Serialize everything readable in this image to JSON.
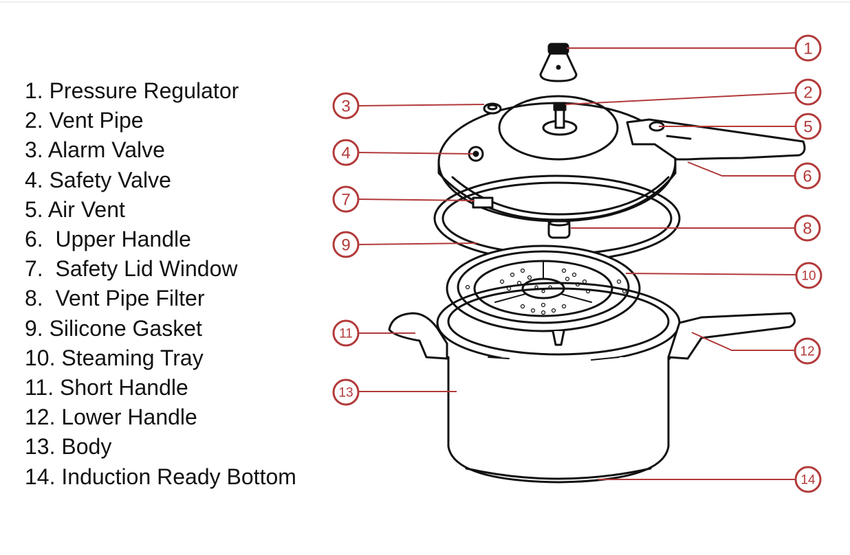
{
  "parts": [
    "1. Pressure Regulator",
    "2. Vent Pipe",
    "3. Alarm Valve",
    "4. Safety Valve",
    "5. Air Vent",
    "6.  Upper Handle",
    "7.  Safety Lid Window",
    "8.  Vent Pipe Filter",
    "9. Silicone Gasket",
    "10. Steaming Tray",
    "11. Short Handle",
    "12. Lower Handle",
    "13. Body",
    "14. Induction Ready Bottom"
  ],
  "callouts": [
    "1",
    "2",
    "3",
    "4",
    "5",
    "6",
    "7",
    "8",
    "9",
    "10",
    "11",
    "12",
    "13",
    "14"
  ],
  "colors": {
    "callout": "#b23a3a",
    "outline": "#111111",
    "text": "#111111"
  }
}
